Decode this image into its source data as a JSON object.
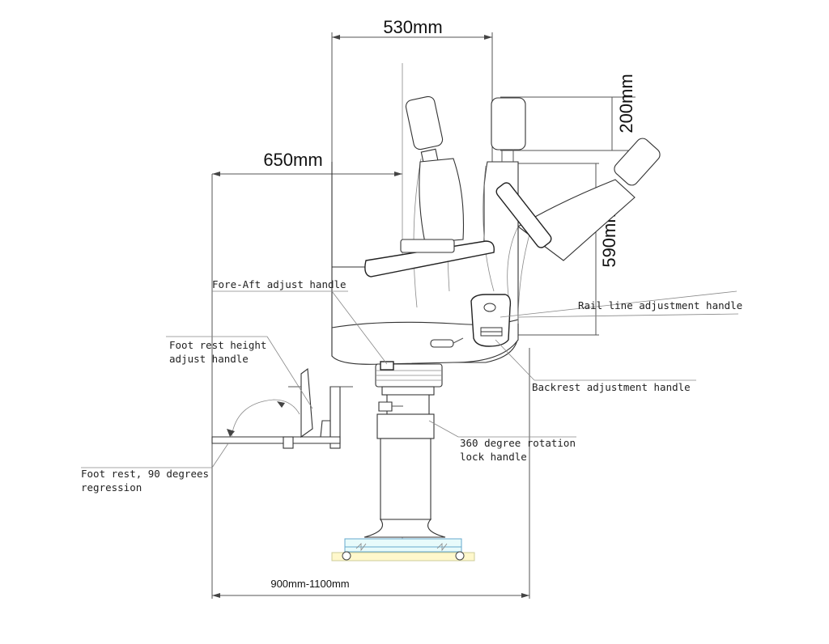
{
  "dimensions": {
    "top_width": "530mm",
    "reach": "650mm",
    "headrest_height": "200mm",
    "backrest_height": "590mm",
    "footrest_range": "900mm-1100mm"
  },
  "labels": {
    "fore_aft": "Fore-Aft adjust handle",
    "foot_rest_height_1": "Foot rest height",
    "foot_rest_height_2": "adjust handle",
    "rail_line": "Rail line adjustment handle",
    "backrest": "Backrest adjustment handle",
    "rotation_1": "360 degree rotation",
    "rotation_2": "lock handle",
    "foot_rest_1": "Foot rest, 90 degrees",
    "foot_rest_2": "regression"
  }
}
